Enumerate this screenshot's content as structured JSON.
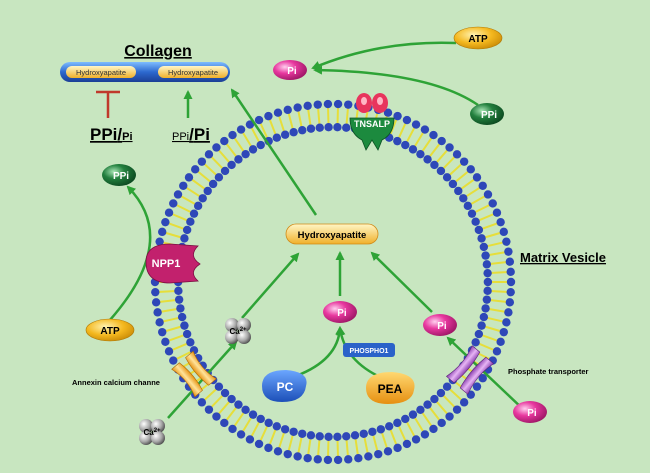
{
  "labels": {
    "collagen": "Collagen",
    "hydroxyapatite": "Hydroxyapatite",
    "matrix_vesicle": "Matrix Vesicle",
    "ppi_big": "PPi",
    "pi_small": "Pi",
    "ppi_small": "PPi",
    "pi_big": "Pi",
    "slash": "/",
    "annexin": "Annexin calcium channe",
    "phosphate_transporter": "Phosphate transporter",
    "tnsalp": "TNSALP",
    "npp1": "NPP1",
    "phospho1": "PHOSPHO1",
    "pc": "PC",
    "pea": "PEA",
    "atp": "ATP",
    "ppi": "PPi",
    "pi": "Pi",
    "ca": "Ca",
    "ca_charge": "2+"
  },
  "colors": {
    "background": "#c8e6c0",
    "arrow": "#2ea336",
    "inhibit": "#c0392b",
    "membrane_head": "#2e47b8",
    "membrane_tail": "#e6de3a",
    "atp": "#f2b51c",
    "ppi": "#1c7d3a",
    "pi": "#e0319a",
    "npp1": "#c2216d",
    "pc": "#2c6fd6",
    "pea": "#f2a81c"
  }
}
